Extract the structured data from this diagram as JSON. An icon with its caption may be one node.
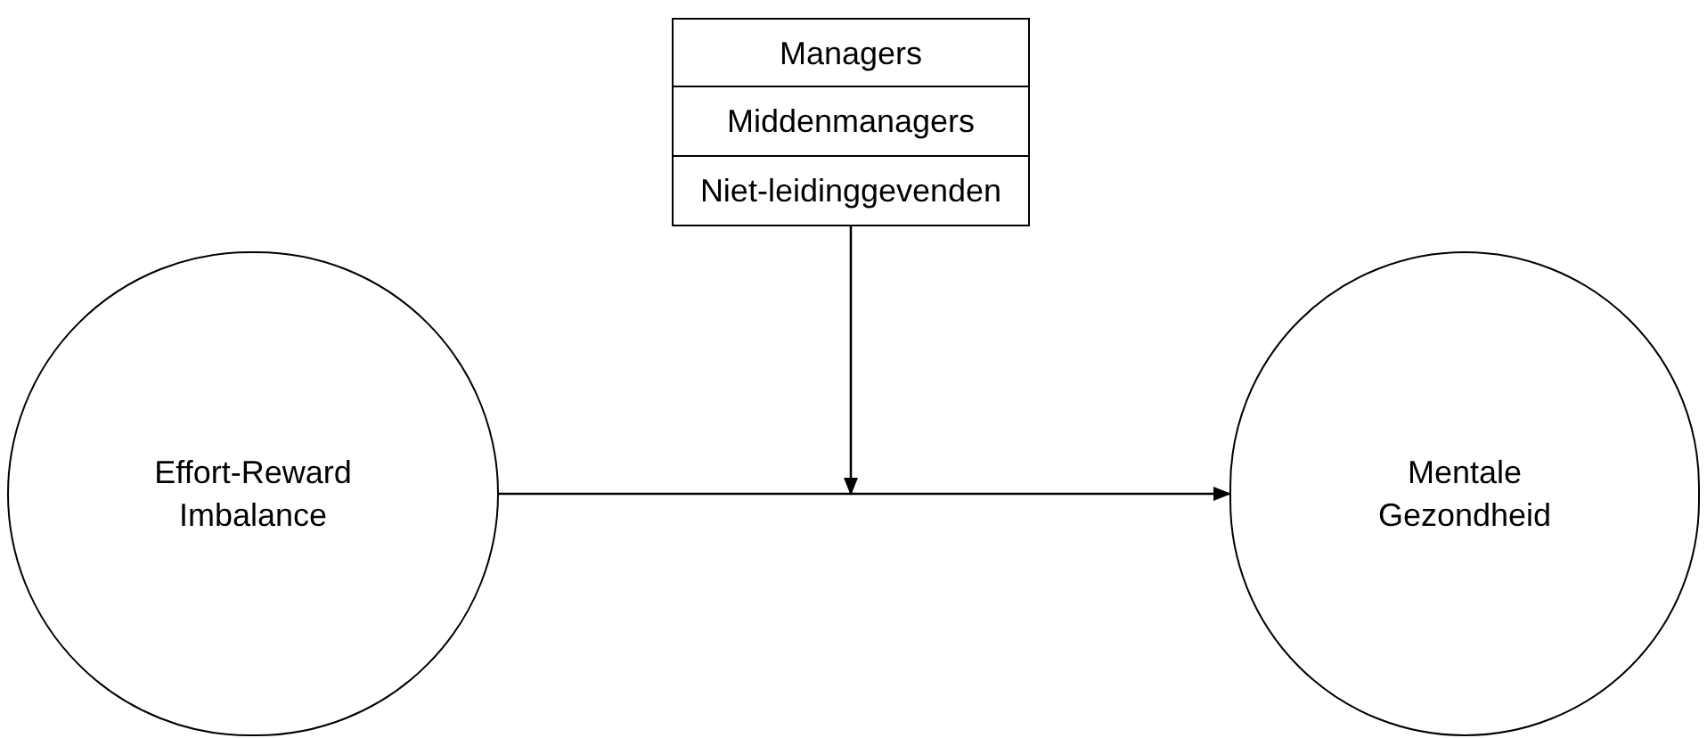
{
  "diagram": {
    "nodes": [
      {
        "text": [
          "Managers"
        ]
      },
      {
        "text": [
          "Middenmanagers"
        ]
      },
      {
        "text": [
          "Niet-leidinggevenden"
        ]
      },
      {
        "text": [
          "Effort-Reward Imbalance"
        ]
      },
      {
        "text": [
          "Mentale Gezondheid"
        ]
      }
    ],
    "edges": [
      {
        "from": 3,
        "to": 4,
        "arrow": "to"
      },
      {
        "from": 2,
        "to": null,
        "arrow": "to"
      }
    ]
  }
}
